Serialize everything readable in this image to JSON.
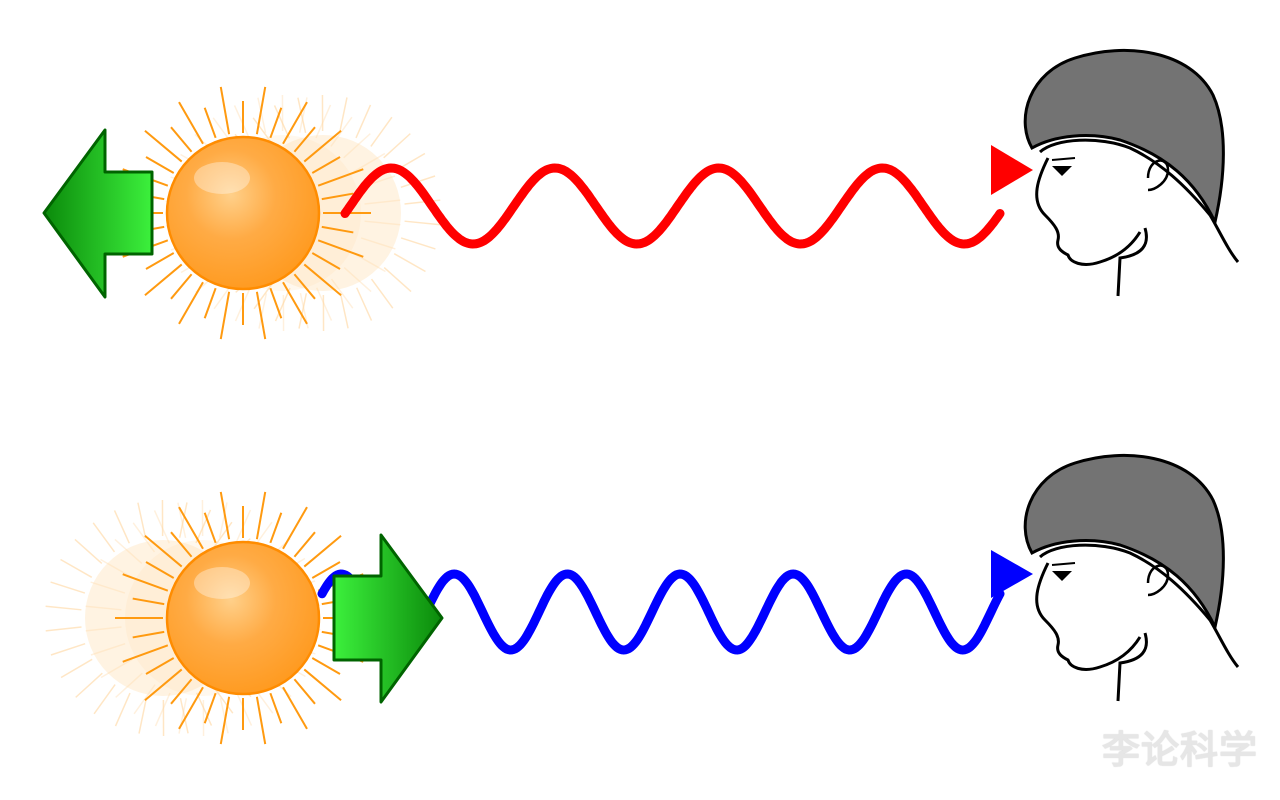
{
  "scenes": [
    {
      "motion": "away",
      "wave_color": "#ff0000",
      "wave_cycles": 4
    },
    {
      "motion": "toward",
      "wave_color": "#0000ff",
      "wave_cycles": 6
    }
  ],
  "colors": {
    "sun_fill": "#ffa53a",
    "sun_stroke": "#ff8c00",
    "ray": "#ff9a10",
    "arrow_light": "#33ff33",
    "arrow_dark": "#008000",
    "hair": "#737373"
  },
  "icons": [
    "sun-icon",
    "motion-arrow-icon",
    "observer-head-icon"
  ],
  "watermark": "李论科学"
}
